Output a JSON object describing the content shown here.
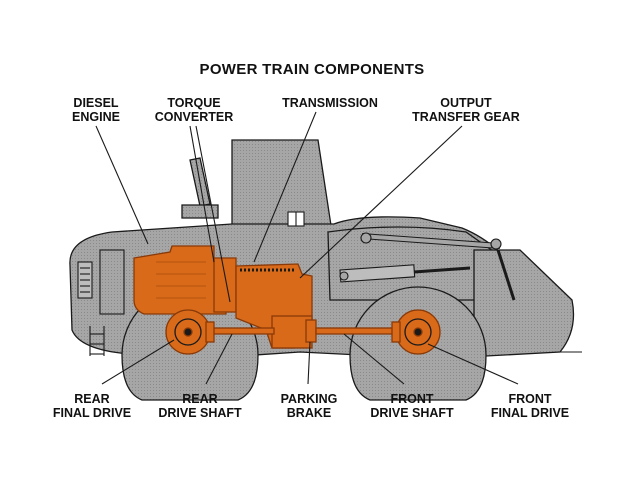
{
  "title": "POWER TRAIN COMPONENTS",
  "labels": {
    "diesel_engine": [
      "DIESEL",
      "ENGINE"
    ],
    "torque_converter": [
      "TORQUE",
      "CONVERTER"
    ],
    "transmission": [
      "TRANSMISSION"
    ],
    "output_transfer_gear": [
      "OUTPUT",
      "TRANSFER GEAR"
    ],
    "rear_final_drive": [
      "REAR",
      "FINAL DRIVE"
    ],
    "rear_drive_shaft": [
      "REAR",
      "DRIVE SHAFT"
    ],
    "parking_brake": [
      "PARKING",
      "BRAKE"
    ],
    "front_drive_shaft": [
      "FRONT",
      "DRIVE SHAFT"
    ],
    "front_final_drive": [
      "FRONT",
      "FINAL DRIVE"
    ]
  },
  "colors": {
    "body_fill": "#a4a4a4",
    "outline": "#1a1a1a",
    "powertrain": "#d86a1a",
    "powertrain_dark": "#8a3a08",
    "background": "#ffffff"
  }
}
